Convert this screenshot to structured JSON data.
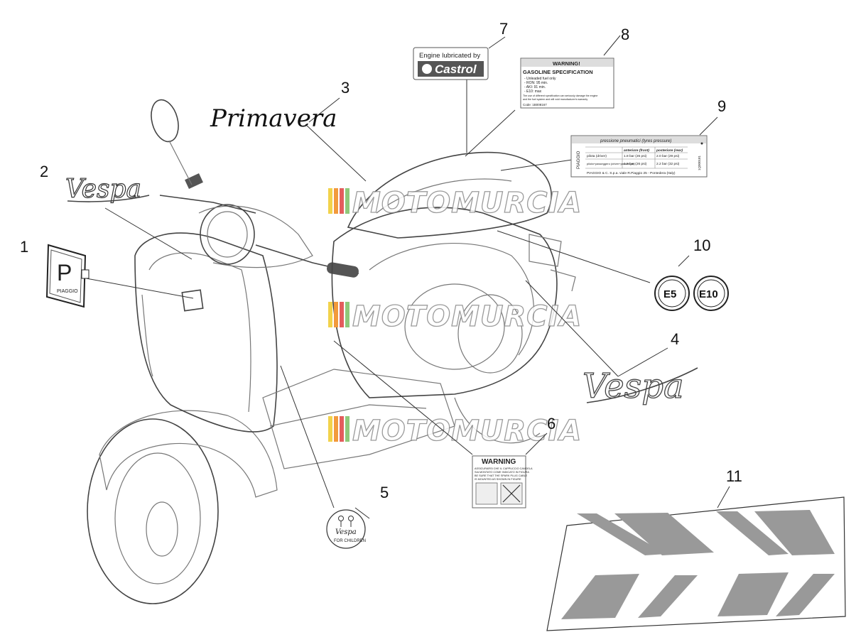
{
  "watermark": {
    "text": "MOTOMURCIA",
    "stripe_colors": [
      "#f2d24b",
      "#f29a3c",
      "#e35d5d",
      "#8fc97a"
    ]
  },
  "callouts": [
    "1",
    "2",
    "3",
    "4",
    "5",
    "6",
    "7",
    "8",
    "9",
    "10",
    "11"
  ],
  "parts": {
    "primavera_logo": "Primavera",
    "vespa_logo": "Vespa",
    "piaggio_badge": {
      "letter": "P",
      "brand": "PIAGGIO"
    },
    "castrol_label": {
      "line1": "Engine lubricated by",
      "brand": "Castrol"
    },
    "gasoline_label": {
      "header": "WARNING!",
      "title": "GASOLINE SPECIFICATION",
      "lines": [
        "- Unleaded fuel only",
        "- RON: 95 min.",
        "- AKI: 91 min.",
        "- E10: max"
      ],
      "note1": "The use of different specification can seriously damage the engine",
      "note2": "and the fuel system and will void manufacturer's warranty",
      "code": "Code: 1B008167"
    },
    "tyre_label": {
      "title": "pressione pneumatici (tyres pressure)",
      "brand": "PIAGGIO",
      "col_front": "anteriore (front)",
      "col_rear": "posteriore (rear)",
      "rows": [
        {
          "who": "pilota (driver)",
          "front": "1.8 bar (26 psi)",
          "rear": "2.0 bar (29 psi)"
        },
        {
          "who": "pilota+passeggero (driver+passenger)",
          "front": "1.8 bar (26 psi)",
          "rear": "2.2 bar (32 psi)"
        }
      ],
      "footer": "PIAGGIO & C. S.p.a. viale R.Piaggio 25 - Pontedera (Italy)",
      "code": "1Q000181"
    },
    "fuel_badges": [
      "E5",
      "E10"
    ],
    "children_sticker": {
      "brand": "Vespa",
      "text": "FOR CHILDREN"
    },
    "spark_warning": {
      "title": "WARNING",
      "line1": "ASSICURARSI CHE IL CAPPUCCIO CANDELA",
      "line2": "SIA MONTATO COME INDICATO IN FIGURA",
      "line3": "BE SURE THAT THE SPARK PLUG CABLE",
      "line4": "IS MOUNTED AS SHOWN IN FIGURE"
    }
  }
}
